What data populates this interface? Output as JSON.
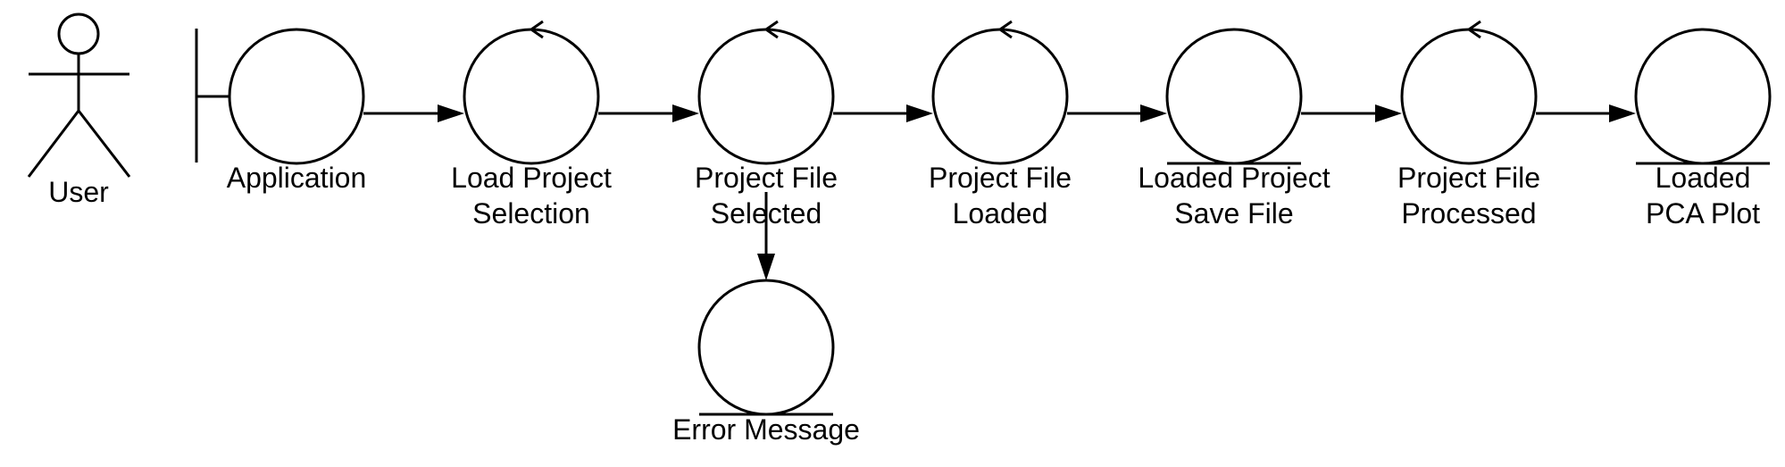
{
  "diagram": {
    "actor": {
      "label": "User"
    },
    "nodes": {
      "application": {
        "type": "boundary",
        "label_lines": [
          "Application"
        ]
      },
      "load_project_selection": {
        "type": "control",
        "label_lines": [
          "Load Project",
          "Selection"
        ]
      },
      "project_file_selected": {
        "type": "control",
        "label_lines": [
          "Project File",
          "Selected"
        ]
      },
      "project_file_loaded": {
        "type": "control",
        "label_lines": [
          "Project File",
          "Loaded"
        ]
      },
      "loaded_project_save_file": {
        "type": "entity",
        "label_lines": [
          "Loaded Project",
          "Save File"
        ]
      },
      "project_file_processed": {
        "type": "control",
        "label_lines": [
          "Project File",
          "Processed"
        ]
      },
      "loaded_pca_plot": {
        "type": "entity",
        "label_lines": [
          "Loaded",
          "PCA Plot"
        ]
      },
      "error_message": {
        "type": "entity",
        "label_lines": [
          "Error Message"
        ]
      }
    },
    "edges": [
      {
        "from": "application",
        "to": "load_project_selection"
      },
      {
        "from": "load_project_selection",
        "to": "project_file_selected"
      },
      {
        "from": "project_file_selected",
        "to": "project_file_loaded"
      },
      {
        "from": "project_file_loaded",
        "to": "loaded_project_save_file"
      },
      {
        "from": "loaded_project_save_file",
        "to": "project_file_processed"
      },
      {
        "from": "project_file_processed",
        "to": "loaded_pca_plot"
      },
      {
        "from": "project_file_selected",
        "to": "error_message"
      }
    ]
  }
}
